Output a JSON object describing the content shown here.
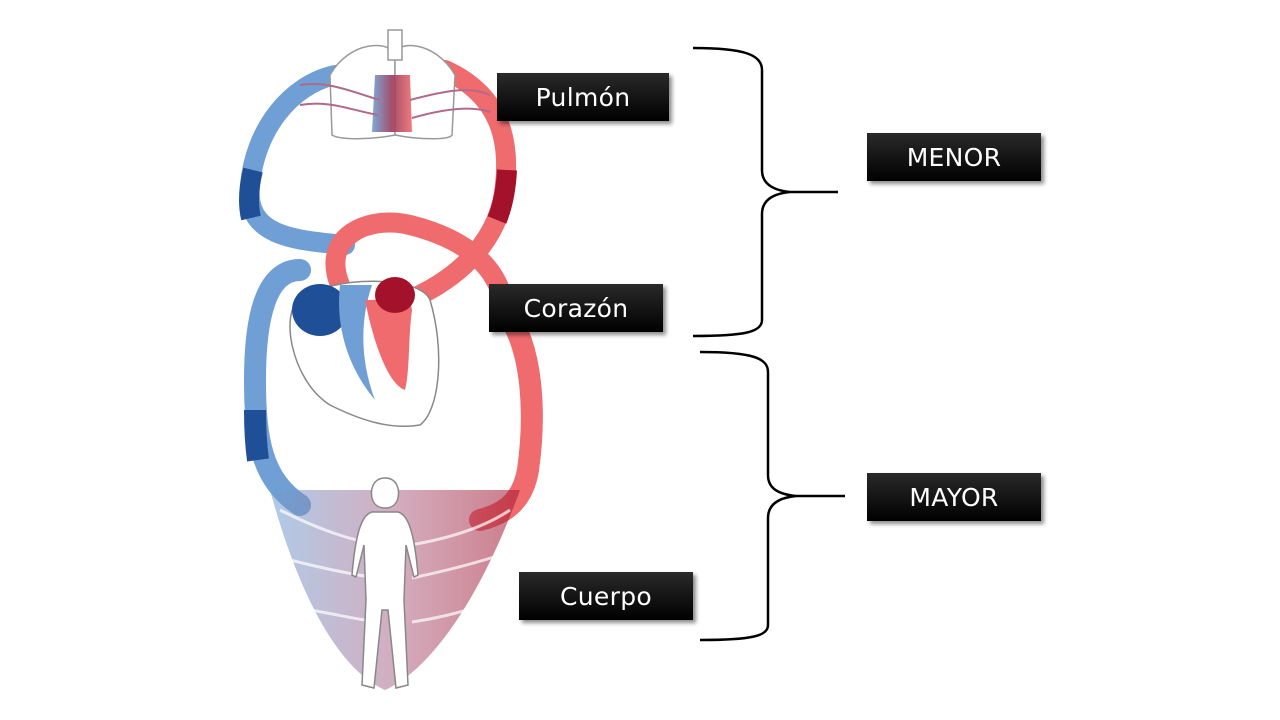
{
  "labels": {
    "pulmon": "Pulmón",
    "corazon": "Corazón",
    "cuerpo": "Cuerpo",
    "menor": "MENOR",
    "mayor": "MAYOR"
  },
  "colors": {
    "artery": "#ef6b6e",
    "artery_dark": "#a3122a",
    "vein": "#6f9fd4",
    "vein_dark": "#1f4f96",
    "bracket": "#000000",
    "label_bg": "#000000",
    "label_text": "#ffffff"
  }
}
